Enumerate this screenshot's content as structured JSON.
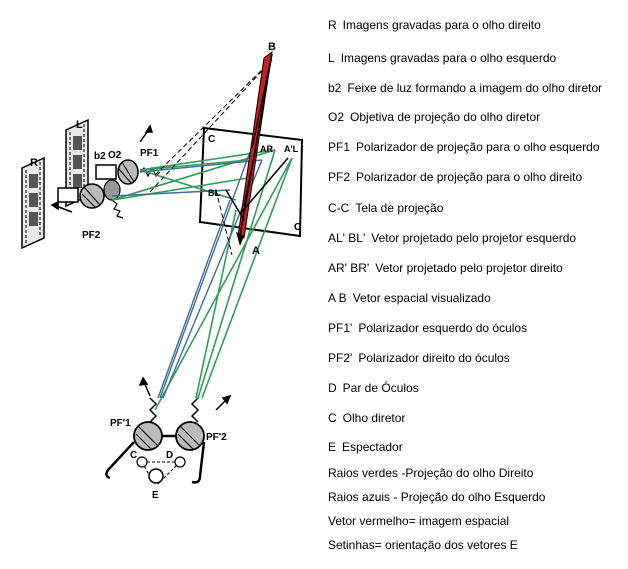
{
  "diagram_labels": {
    "R": "R",
    "L": "L",
    "b2": "b2",
    "O2": "O2",
    "PF1": "PF1",
    "PF2": "PF2",
    "C_left": "C",
    "C_right": "C",
    "B_top": "B",
    "A_bottom": "A",
    "AR": "AR",
    "AL": "A'L",
    "BL": "BL",
    "PF1_glasses": "PF'1",
    "PF2_glasses": "PF'2",
    "C_eye": "C",
    "D": "D",
    "E": "E"
  },
  "legend": [
    {
      "symbol": "R",
      "text": "Imagens gravadas para o olho direito"
    },
    {
      "symbol": "L",
      "text": "Imagens gravadas para o olho esquerdo"
    },
    {
      "symbol": "b2",
      "text": "Feixe de luz formando a imagem do olho diretor"
    },
    {
      "symbol": "O2",
      "text": "Objetiva de projeção do olho diretor"
    },
    {
      "symbol": "PF1",
      "text": "Polarizador de projeção para o olho esquerdo"
    },
    {
      "symbol": "PF2",
      "text": "Polarizador de projeção para o olho direito"
    },
    {
      "symbol": "C-C",
      "text": "Tela de projeção"
    },
    {
      "symbol": "AL' BL'",
      "text": "Vetor projetado pelo projetor  esquerdo"
    },
    {
      "symbol": "AR' BR'",
      "text": "Vetor projetado pelo projetor direito"
    },
    {
      "symbol": "A B",
      "text": "Vetor espacial visualizado"
    },
    {
      "symbol": "PF1'",
      "text": "Polarizador esquerdo do óculos"
    },
    {
      "symbol": "PF2'",
      "text": "Polarizador direito do óculos"
    },
    {
      "symbol": "D",
      "text": "Par de Óculos"
    },
    {
      "symbol": "C",
      "text": "Olho diretor"
    },
    {
      "symbol": "E",
      "text": "Espectador"
    }
  ],
  "notes": [
    "Raios verdes -Projeção do olho Direito",
    "Raios azuis - Projeção do olho Esquerdo",
    "Vetor vermelho= imagem espacial",
    "Setinhas= orientação dos vetores E"
  ],
  "colors": {
    "green_rays": "#2e9e5a",
    "blue_rays": "#3d6f9a",
    "red_vector": "#c81e1e",
    "ink": "#000000"
  }
}
